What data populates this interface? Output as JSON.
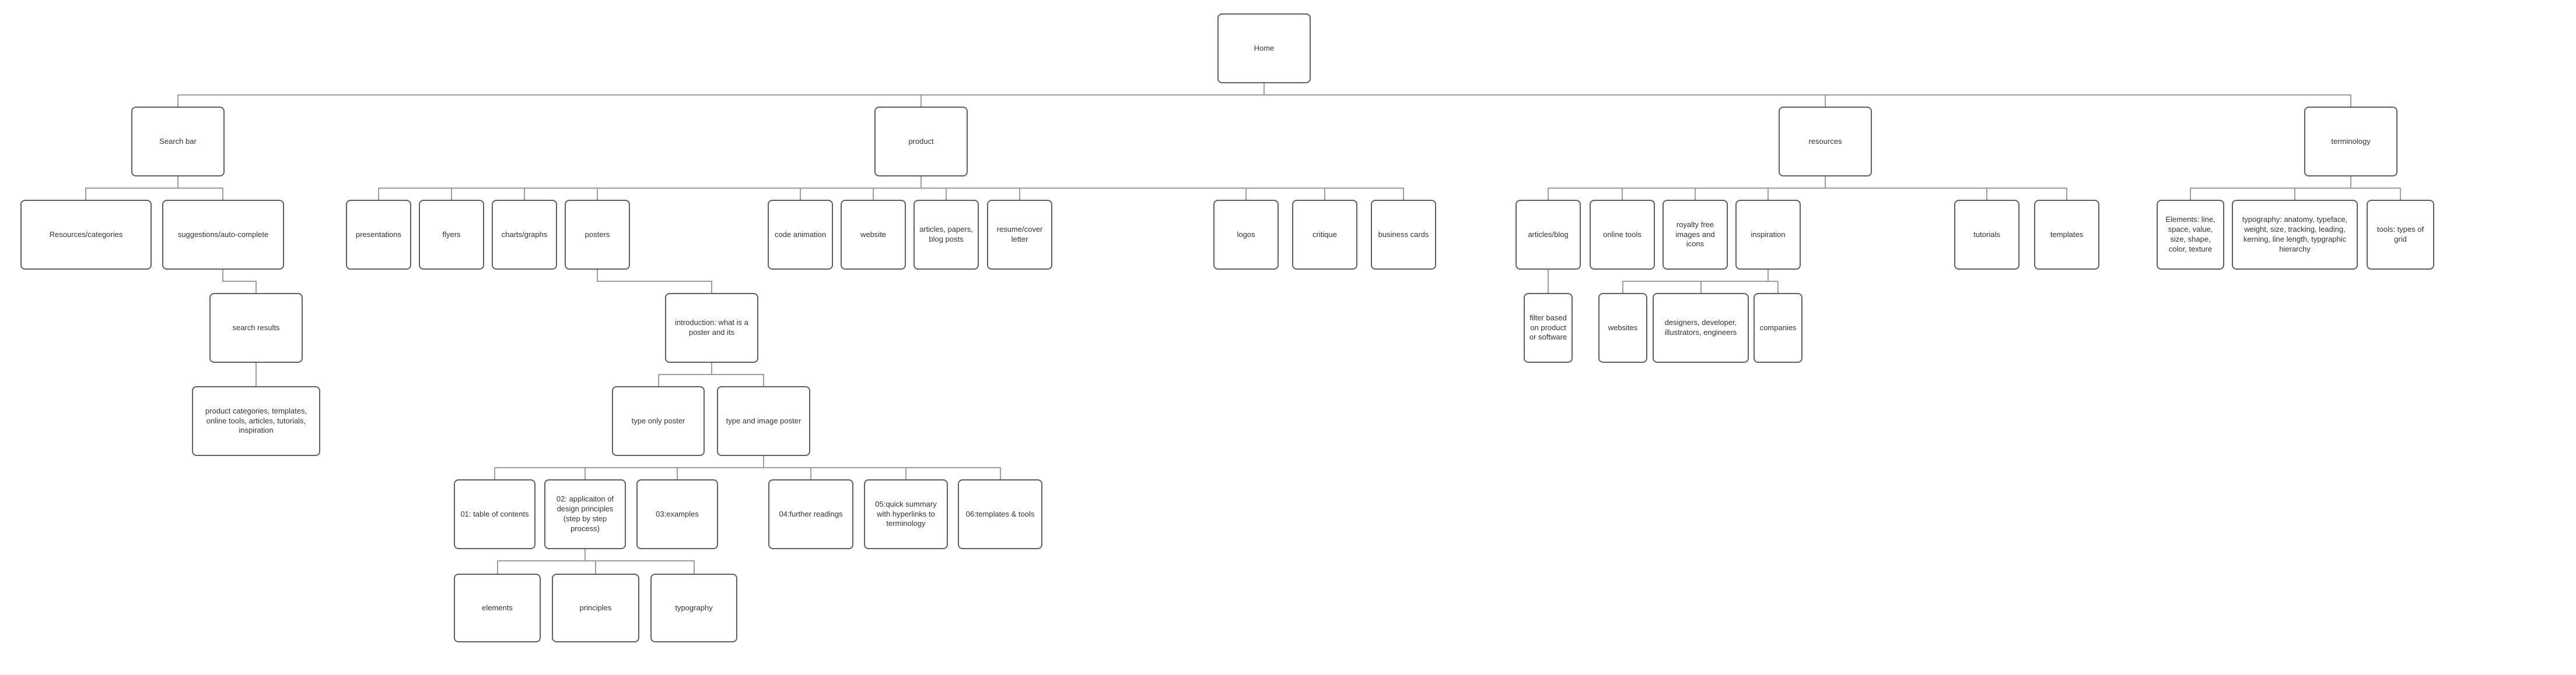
{
  "colors": {
    "background": "#ffffff",
    "box_border": "#5f5f5f",
    "connector": "#9e9e9e",
    "text": "#333333"
  },
  "nodes": {
    "home": {
      "label": "Home"
    },
    "search_bar": {
      "label": "Search bar"
    },
    "product": {
      "label": "product"
    },
    "resources": {
      "label": "resources"
    },
    "terminology": {
      "label": "terminology"
    },
    "resources_categories": {
      "label": "Resources/categories"
    },
    "suggestions": {
      "label": "suggestions/auto-complete"
    },
    "search_results": {
      "label": "search results"
    },
    "search_result_items": {
      "label": "product categories, templates, online tools, articles, tutorials, inspiration"
    },
    "presentations": {
      "label": "presentations"
    },
    "flyers": {
      "label": "flyers"
    },
    "charts_graphs": {
      "label": "charts/graphs"
    },
    "posters": {
      "label": "posters"
    },
    "code_animation": {
      "label": "code animation"
    },
    "website": {
      "label": "website"
    },
    "articles_papers_blog": {
      "label": "articles, papers, blog posts"
    },
    "resume_cover": {
      "label": "resume/cover letter"
    },
    "logos": {
      "label": "logos"
    },
    "critique": {
      "label": "critique"
    },
    "business_cards": {
      "label": "business cards"
    },
    "introduction": {
      "label": "introduction: what is a poster and its"
    },
    "type_only_poster": {
      "label": "type only poster"
    },
    "type_image_poster": {
      "label": "type and image poster"
    },
    "s01": {
      "label": "01: table of contents"
    },
    "s02": {
      "label": "02: applicaiton of design principles (step by step process)"
    },
    "s03": {
      "label": "03:examples"
    },
    "s04": {
      "label": "04:further readings"
    },
    "s05": {
      "label": "05:quick summary with hyperlinks to terminology"
    },
    "s06": {
      "label": "06:templates & tools"
    },
    "elements": {
      "label": "elements"
    },
    "principles": {
      "label": "principles"
    },
    "typography": {
      "label": "typography"
    },
    "articles_blog": {
      "label": "articles/blog"
    },
    "online_tools": {
      "label": "online tools"
    },
    "royalty_free": {
      "label": "royalty free images and icons"
    },
    "inspiration": {
      "label": "inspiration"
    },
    "tutorials": {
      "label": "tutorials"
    },
    "templates": {
      "label": "templates"
    },
    "filter_products": {
      "label": "filter based on product or software"
    },
    "websites": {
      "label": "websites"
    },
    "designers": {
      "label": "designers, developer, illustrators, engineers"
    },
    "companies": {
      "label": "companies"
    },
    "term_elements": {
      "label": "Elements: line, space, value, size, shape, color, texture"
    },
    "term_typography": {
      "label": "typography: anatomy, typeface, weight, size, tracking, leading, kerning, line length, typgraphic hierarchy"
    },
    "term_tools": {
      "label": "tools: types of grid"
    }
  }
}
